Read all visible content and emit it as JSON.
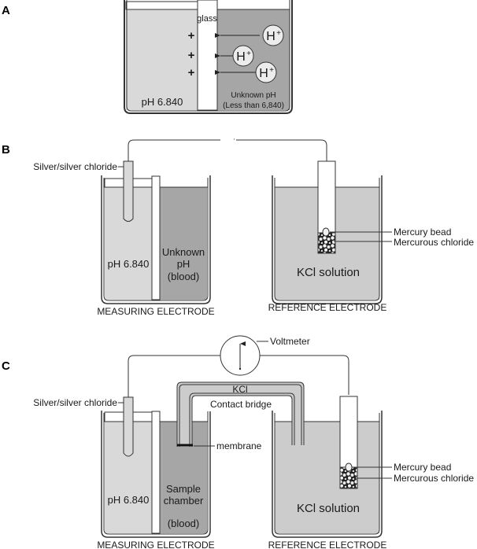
{
  "colors": {
    "light_solution": "#d9d9d9",
    "dark_solution": "#a6a6a6",
    "kcl_solution": "#cccccc",
    "outline": "#333333",
    "background": "#ffffff"
  },
  "panel_a": {
    "label": "A",
    "glass_label": "glass",
    "left_ph": "pH 6.840",
    "charge_symbols": [
      "+",
      "+",
      "+"
    ],
    "ions": [
      "H+",
      "H+",
      "H+"
    ],
    "ion_base": "H",
    "ion_sup": "+",
    "right_line1": "Unknown pH",
    "right_line2": "(Less than 6,840)"
  },
  "panel_b": {
    "label": "B",
    "silver_label": "Silver/silver chloride",
    "left_ph": "pH 6.840",
    "unknown_line1": "Unknown",
    "unknown_line2": "pH",
    "unknown_line3": "(blood)",
    "measuring_caption": "MEASURING ELECTRODE",
    "kcl_solution": "KCl solution",
    "mercury_bead": "Mercury bead",
    "mercurous_chloride": "Mercurous chloride",
    "reference_caption": "REFERENCE ELECTRODE"
  },
  "panel_c": {
    "label": "C",
    "voltmeter": "Voltmeter",
    "silver_label": "Silver/silver chloride",
    "kcl": "KCl",
    "contact_bridge": "Contact bridge",
    "membrane": "membrane",
    "left_ph": "pH 6.840",
    "sample_line1": "Sample",
    "sample_line2": "chamber",
    "sample_line3": "(blood)",
    "measuring_caption": "MEASURING ELECTRODE",
    "kcl_solution": "KCl solution",
    "mercury_bead": "Mercury bead",
    "mercurous_chloride": "Mercurous chloride",
    "reference_caption": "REFERENCE ELECTRODE"
  }
}
